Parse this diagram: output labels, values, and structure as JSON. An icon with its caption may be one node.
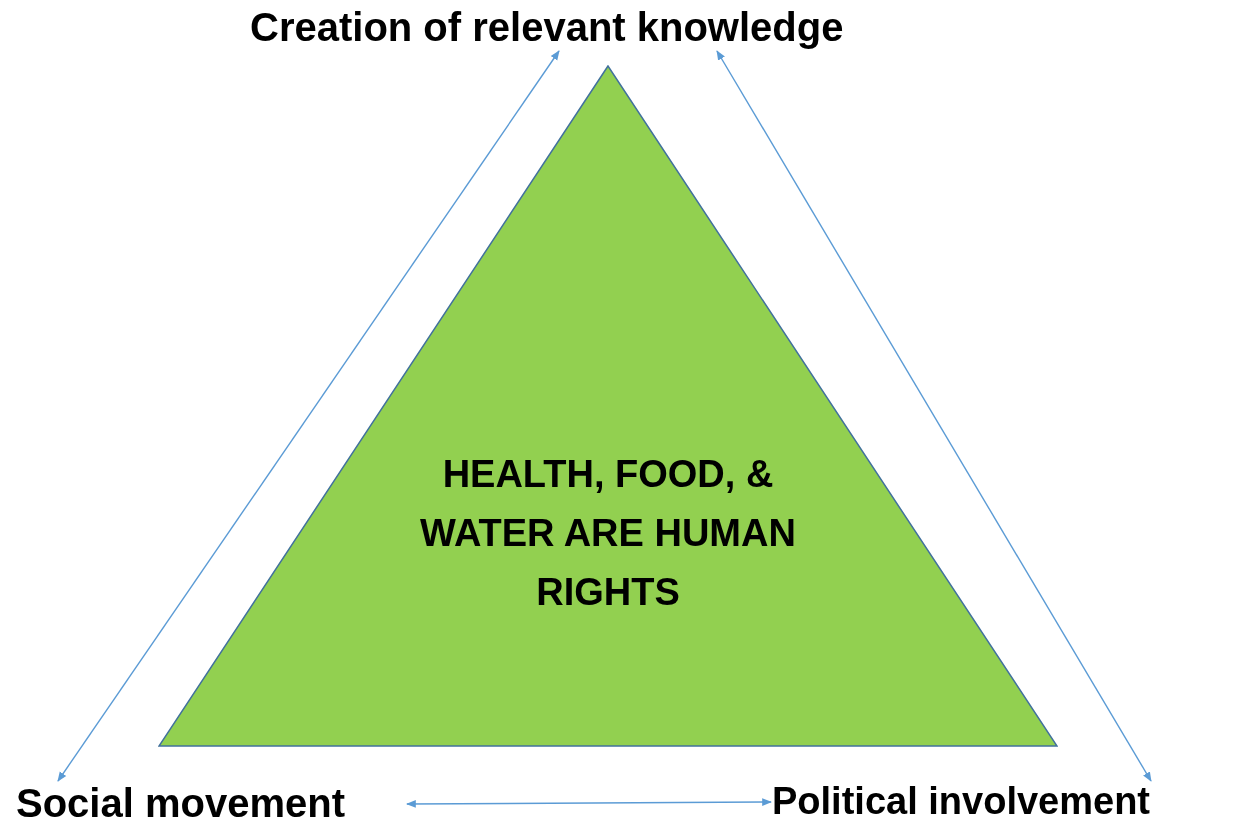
{
  "diagram": {
    "nodes": [
      {
        "text": [
          "Creation of relevant knowledge"
        ]
      },
      {
        "text": [
          "HEALTH, FOOD, & WATER ARE HUMAN RIGHTS"
        ]
      },
      {
        "text": [
          "Social movement"
        ]
      },
      {
        "text": [
          "Political involvement"
        ]
      }
    ],
    "edges": [
      {
        "from": 0,
        "to": 2,
        "arrow": "both"
      },
      {
        "from": 0,
        "to": 3,
        "arrow": "both"
      },
      {
        "from": 2,
        "to": 3,
        "arrow": "both"
      }
    ]
  }
}
